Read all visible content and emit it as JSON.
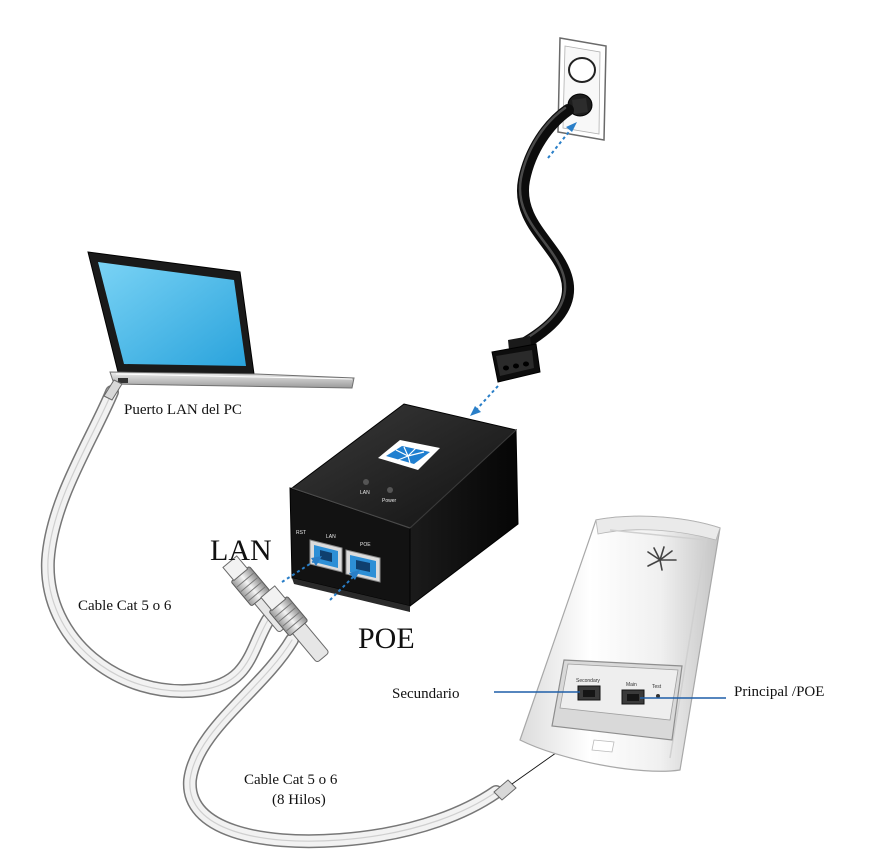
{
  "labels": {
    "pc_port": "Puerto LAN del PC",
    "lan": "LAN",
    "poe": "POE",
    "cable_top": "Cable Cat 5 o 6",
    "cable_bottom_line1": "Cable Cat 5 o 6",
    "cable_bottom_line2": "(8 Hilos)",
    "secondary": "Secundario",
    "main_poe": "Principal /POE"
  },
  "injector": {
    "port_rst": "RST",
    "port_lan": "LAN",
    "port_poe": "POE",
    "led_lan": "LAN",
    "led_power": "Power"
  },
  "radio": {
    "port_secondary": "Secondary",
    "port_main": "Main",
    "port_test": "Test"
  },
  "colors": {
    "laptop_screen": "#3fb8e8",
    "injector_body": "#161616",
    "port_blue": "#2d8fd6",
    "guide_arrow": "#2a7fc8",
    "callout_line": "#1f5fa8",
    "cable_fill": "#f2f2f2",
    "cable_outline": "#777777"
  }
}
